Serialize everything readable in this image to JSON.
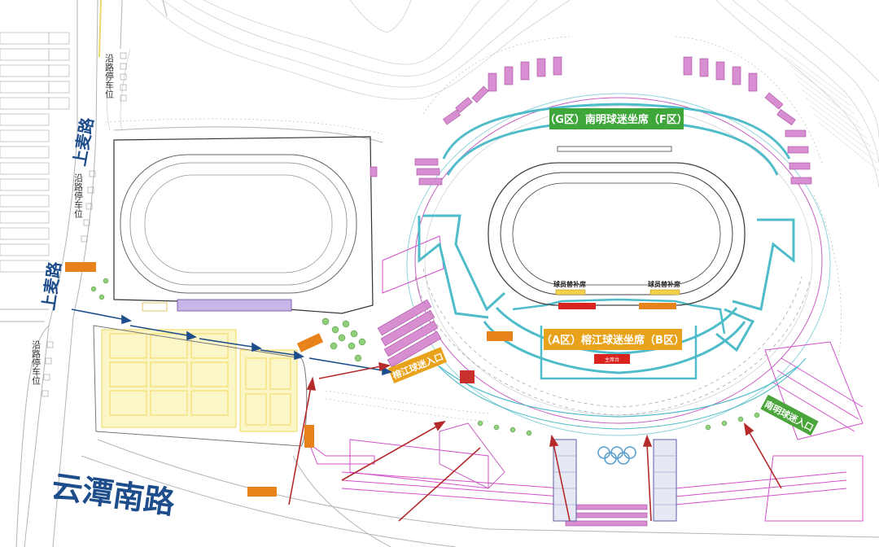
{
  "roads": {
    "shangmai_1": "上麦路",
    "shangmai_2": "上麦路",
    "yuntan_south": "云潭南路",
    "roadside_parking_1": "沿路停车位",
    "roadside_parking_2": "沿路停车位",
    "roadside_parking_3": "沿路停车位"
  },
  "zones": {
    "north_stand": "（G区）南明球迷坐席（F区）",
    "south_stand": "（A区）榕江球迷坐席（B区）",
    "rongjiang_entrance": "榕江球迷入口",
    "nanming_entrance": "南明球迷入口",
    "main_podium": "主席台"
  },
  "benches": {
    "left": "球员替补席",
    "right": "球员替补席"
  },
  "colors": {
    "road_blue": "#1e4d8c",
    "stand_outline": "#4fbcc9",
    "magenta_structure": "#c760c0",
    "green_label": "#4aa53a",
    "orange_label": "#e8a21b",
    "red_label": "#d9231f",
    "court_yellow": "#f3e58a",
    "arrow_red": "#b52a2a"
  }
}
